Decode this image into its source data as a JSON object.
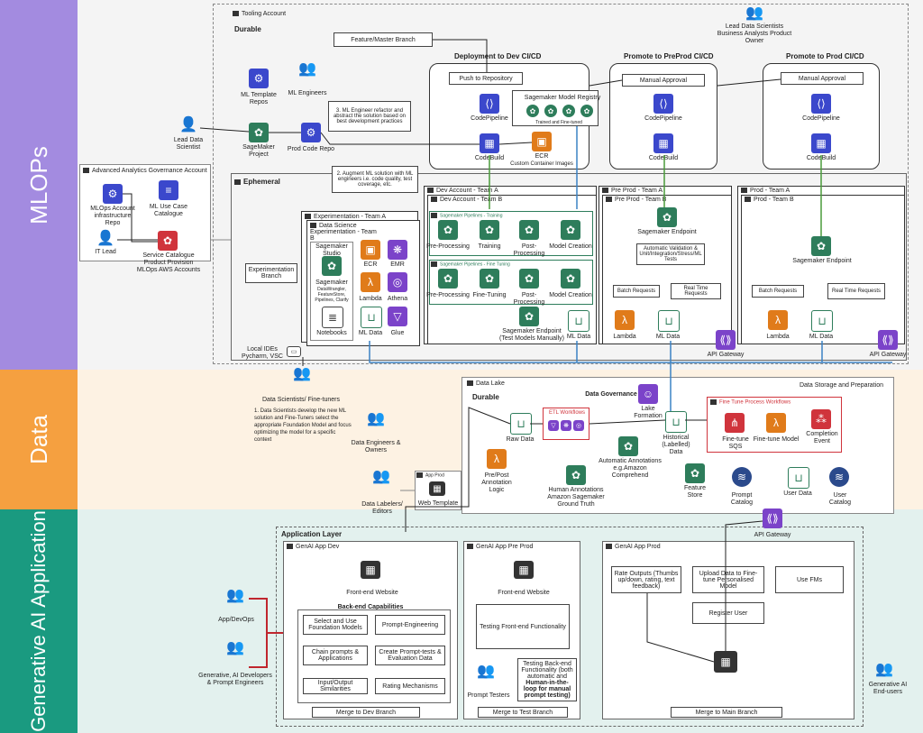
{
  "sections": {
    "mlops": "MLOPs",
    "data": "Data",
    "genai": "Generative AI Application"
  },
  "colors": {
    "mlops": "#a38be0",
    "data": "#f5a040",
    "genai": "#1a9a80",
    "mlops_bg": "#f4f4f4",
    "data_bg": "#fdf2e3",
    "genai_bg": "#e3f1ee"
  },
  "tooling": {
    "account": "Tooling Account",
    "durable": "Durable",
    "feature_branch": "Feature/Master Branch",
    "ml_template": "ML Template Repos",
    "ml_engineers": "ML Engineers",
    "sm_project": "SageMaker Project",
    "prod_code_repo": "Prod Code Repo",
    "lead_ds": "Lead Data Scientist",
    "refactor_note": "3. ML Engineer refactor and abstract the solution based on best development practices",
    "deploy_dev": "Deployment to Dev CI/CD",
    "push_repo": "Push to Repository",
    "model_registry": "Sagemaker Model Registry",
    "trained_note": "Trained and Fine-tuned",
    "codepipeline": "CodePipeline",
    "codebuild": "CodeBuild",
    "ecr": "ECR",
    "ecr_sub": "Custom Container Images",
    "promote_preprod": "Promote to PreProd CI/CD",
    "manual_approval": "Manual Approval",
    "leads": "Lead Data Scientists Business Analysts Product Owner",
    "promote_prod": "Promote to Prod CI/CD"
  },
  "governance": {
    "account": "Advanced Analytics Governance Account",
    "mlops_repo": "MLOps Account infrastructure Repo",
    "use_case": "ML Use Case Catalogue",
    "it_lead": "IT Lead",
    "service_catalogue": "Service Catalogue Product Provision MLOps AWS Accounts"
  },
  "ephemeral": {
    "title": "Ephemeral",
    "augment_note": "2. Augment ML solution with ML engineers i.e. code quality, test coverage, etc.",
    "exp_team_a": "Experimentation - Team A",
    "exp_team_b": "Data Science Experimentation - Team B",
    "sm_studio": "Sagemaker Studio",
    "sm_label": "Sagemaker",
    "sm_sub": "DataWrangler, FeatureStore, Pipelines, Clarify",
    "notebooks": "Notebooks",
    "ecr": "ECR",
    "emr": "EMR",
    "lambda": "Lambda",
    "athena": "Athena",
    "ml_data": "ML Data",
    "glue": "Glue",
    "exp_branch": "Experimentation Branch",
    "local_ides": "Local IDEs Pycharm, VSC",
    "dev_team_a": "Dev Account - Team A",
    "dev_team_b": "Dev Account - Team B",
    "pipe_training": "Sagemaker Pipelines - Training",
    "pipe_finetune": "Sagemaker Pipelines - Fine Tuning",
    "pre_processing": "Pre-Processing",
    "training": "Training",
    "post_processing": "Post-Processing",
    "model_creation": "Model Creation",
    "fine_tuning": "Fine-Tuning",
    "sm_endpoint_test": "Sagemaker Endpoint (Test Models Manually)",
    "preprod_a": "Pre Prod - Team A",
    "preprod_b": "Pre Prod - Team B",
    "sm_endpoint": "Sagemaker Endpoint",
    "auto_validation": "Automatic Validation & Unit/Integration/Stress/ML Tests",
    "batch": "Batch Requests",
    "realtime": "Real Time Requests",
    "api_gateway": "API Gateway",
    "prod_a": "Prod - Team A",
    "prod_b": "Prod - Team B"
  },
  "data": {
    "ds_finetuners": "Data Scientists/ Fine-tuners",
    "ds_note": "1. Data Scientists develop the new ML solution and Fine-Tuners select the appropriate Foundation Model and focus optimizing the model for a specific context",
    "data_lake": "Data Lake",
    "durable": "Durable",
    "storage_prep": "Data Storage and Preparation",
    "governance": "Data Governance",
    "lake_formation": "Lake Formation",
    "engineers": "Data Engineers & Owners",
    "raw_data": "Raw Data",
    "etl": "ETL Workflows",
    "auto_annot": "Automatic Annotations e.g.Amazon Comprehend",
    "historical": "Historical (Labelled) Data",
    "ft_workflows": "Fine Tune Process Workflows",
    "ft_sqs": "Fine-tune SQS",
    "ft_model": "Fine-tune Model",
    "completion": "Completion Event",
    "pre_post": "Pre/Post Annotation Logic",
    "human_annot": "Human Annotations Amazon Sagemaker Ground Truth",
    "feature_store": "Feature Store",
    "prompt_catalog": "Prompt Catalog",
    "user_data": "User Data",
    "user_catalog": "User Catalog",
    "labelers": "Data Labelers/ Editors",
    "app_prod": "App Prod",
    "web_template": "Web Template"
  },
  "app": {
    "layer": "Application Layer",
    "api_gateway": "API Gateway",
    "dev": "GenAI App Dev",
    "preprod": "GenAI App Pre Prod",
    "prod": "GenAI App Prod",
    "frontend": "Front-end Website",
    "backend": "Back-end Capabilities",
    "cap1": "Select and Use Foundation Models",
    "cap2": "Prompt-Engineering",
    "cap3": "Chain prompts & Applications",
    "cap4": "Create Prompt-tests & Evaluation Data",
    "cap5": "Input/Output Similarities",
    "cap6": "Rating Mechanisms",
    "merge_dev": "Merge to Dev Branch",
    "test_frontend": "Testing Front-end Functionality",
    "test_backend": "Testing Back-end Functionality (both automatic and",
    "test_backend_bold": "Human-in-the-loop for manual prompt testing)",
    "prompt_testers": "Prompt Testers",
    "merge_test": "Merge to Test Branch",
    "rate": "Rate Outputs (Thumbs up/down, rating, text feedback)",
    "upload": "Upload Data to Fine-tune Personalised Model",
    "use_fms": "Use FMs",
    "register": "Register User",
    "merge_main": "Merge to Main Branch",
    "appdevops": "App/DevOps",
    "genai_devs": "Generative, AI Developers & Prompt Engineers",
    "end_users": "Generative AI End-users"
  }
}
